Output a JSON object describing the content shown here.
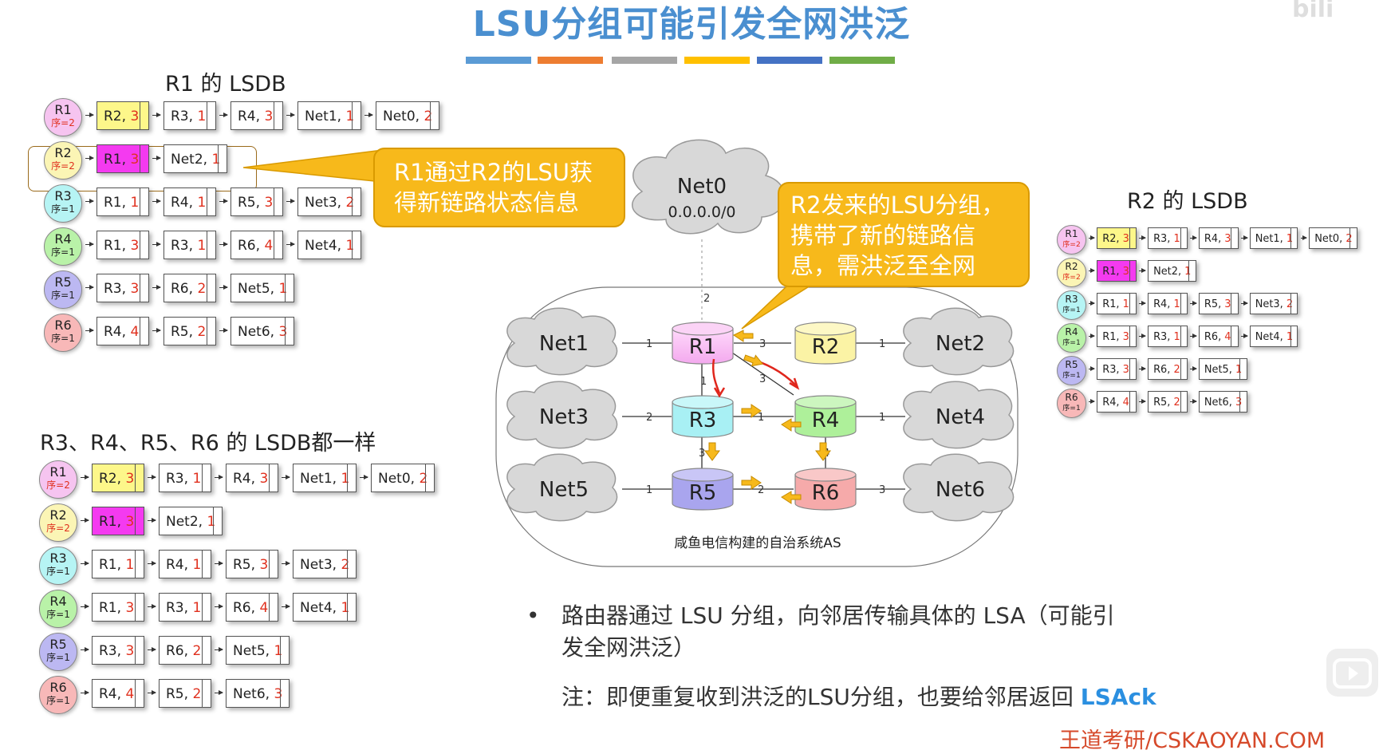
{
  "title": "LSU分组可能引发全网洪泛",
  "colors": {
    "bars": [
      "#5b9bd5",
      "#ed7d31",
      "#a5a5a5",
      "#ffc000",
      "#4472c4",
      "#70ad47"
    ],
    "accent_title": "#4a8fd0",
    "callout": "#f7b91b",
    "cost_red": "#e0301e",
    "lsack_blue": "#2b8fe0"
  },
  "r1_lsdb": {
    "title": "R1 的 LSDB",
    "rows": [
      {
        "router": "R1",
        "seq": "序=2",
        "seq_hl": true,
        "color": "#f6c4f0",
        "entries": [
          {
            "n": "R2, ",
            "c": "3",
            "style": "yellow"
          },
          {
            "n": "R3, ",
            "c": "1"
          },
          {
            "n": "R4, ",
            "c": "3"
          },
          {
            "n": "Net1, ",
            "c": "1"
          },
          {
            "n": "Net0, ",
            "c": "2"
          }
        ]
      },
      {
        "router": "R2",
        "seq": "序=2",
        "seq_hl": true,
        "color": "#fbf5b5",
        "entries": [
          {
            "n": "R1, ",
            "c": "3",
            "style": "magenta"
          },
          {
            "n": "Net2, ",
            "c": "1"
          }
        ]
      },
      {
        "router": "R3",
        "seq": "序=1",
        "seq_hl": false,
        "color": "#b6f4f4",
        "entries": [
          {
            "n": "R1, ",
            "c": "1"
          },
          {
            "n": "R4, ",
            "c": "1"
          },
          {
            "n": "R5, ",
            "c": "3"
          },
          {
            "n": "Net3, ",
            "c": "2"
          }
        ]
      },
      {
        "router": "R4",
        "seq": "序=1",
        "seq_hl": false,
        "color": "#b9f2a8",
        "entries": [
          {
            "n": "R1, ",
            "c": "3"
          },
          {
            "n": "R3, ",
            "c": "1"
          },
          {
            "n": "R6, ",
            "c": "4"
          },
          {
            "n": "Net4, ",
            "c": "1"
          }
        ]
      },
      {
        "router": "R5",
        "seq": "序=1",
        "seq_hl": false,
        "color": "#bcb8f2",
        "entries": [
          {
            "n": "R3, ",
            "c": "3"
          },
          {
            "n": "R6, ",
            "c": "2"
          },
          {
            "n": "Net5, ",
            "c": "1"
          }
        ]
      },
      {
        "router": "R6",
        "seq": "序=1",
        "seq_hl": false,
        "color": "#f8b8b8",
        "entries": [
          {
            "n": "R4, ",
            "c": "4"
          },
          {
            "n": "R5, ",
            "c": "2"
          },
          {
            "n": "Net6, ",
            "c": "3"
          }
        ]
      }
    ]
  },
  "r2_lsdb": {
    "title": "R2 的 LSDB",
    "rows": [
      {
        "router": "R1",
        "seq": "序=2",
        "seq_hl": true,
        "color": "#f6c4f0",
        "entries": [
          {
            "n": "R2, ",
            "c": "3",
            "style": "yellow"
          },
          {
            "n": "R3, ",
            "c": "1"
          },
          {
            "n": "R4, ",
            "c": "3"
          },
          {
            "n": "Net1, ",
            "c": "1"
          },
          {
            "n": "Net0, ",
            "c": "2"
          }
        ]
      },
      {
        "router": "R2",
        "seq": "序=2",
        "seq_hl": true,
        "color": "#fbf5b5",
        "entries": [
          {
            "n": "R1, ",
            "c": "3",
            "style": "magenta"
          },
          {
            "n": "Net2, ",
            "c": "1"
          }
        ]
      },
      {
        "router": "R3",
        "seq": "序=1",
        "seq_hl": false,
        "color": "#b6f4f4",
        "entries": [
          {
            "n": "R1, ",
            "c": "1"
          },
          {
            "n": "R4, ",
            "c": "1"
          },
          {
            "n": "R5, ",
            "c": "3"
          },
          {
            "n": "Net3, ",
            "c": "2"
          }
        ]
      },
      {
        "router": "R4",
        "seq": "序=1",
        "seq_hl": false,
        "color": "#b9f2a8",
        "entries": [
          {
            "n": "R1, ",
            "c": "3"
          },
          {
            "n": "R3, ",
            "c": "1"
          },
          {
            "n": "R6, ",
            "c": "4"
          },
          {
            "n": "Net4, ",
            "c": "1"
          }
        ]
      },
      {
        "router": "R5",
        "seq": "序=1",
        "seq_hl": false,
        "color": "#bcb8f2",
        "entries": [
          {
            "n": "R3, ",
            "c": "3"
          },
          {
            "n": "R6, ",
            "c": "2"
          },
          {
            "n": "Net5, ",
            "c": "1"
          }
        ]
      },
      {
        "router": "R6",
        "seq": "序=1",
        "seq_hl": false,
        "color": "#f8b8b8",
        "entries": [
          {
            "n": "R4, ",
            "c": "4"
          },
          {
            "n": "R5, ",
            "c": "2"
          },
          {
            "n": "Net6, ",
            "c": "3"
          }
        ]
      }
    ]
  },
  "others_lsdb": {
    "title": "R3、R4、R5、R6 的 LSDB都一样",
    "rows": [
      {
        "router": "R1",
        "seq": "序=2",
        "seq_hl": true,
        "color": "#f6c4f0",
        "entries": [
          {
            "n": "R2, ",
            "c": "3",
            "style": "yellow"
          },
          {
            "n": "R3, ",
            "c": "1"
          },
          {
            "n": "R4, ",
            "c": "3"
          },
          {
            "n": "Net1, ",
            "c": "1"
          },
          {
            "n": "Net0, ",
            "c": "2"
          }
        ]
      },
      {
        "router": "R2",
        "seq": "序=2",
        "seq_hl": true,
        "color": "#fbf5b5",
        "entries": [
          {
            "n": "R1, ",
            "c": "3",
            "style": "magenta"
          },
          {
            "n": "Net2, ",
            "c": "1"
          }
        ]
      },
      {
        "router": "R3",
        "seq": "序=1",
        "seq_hl": false,
        "color": "#b6f4f4",
        "entries": [
          {
            "n": "R1, ",
            "c": "1"
          },
          {
            "n": "R4, ",
            "c": "1"
          },
          {
            "n": "R5, ",
            "c": "3"
          },
          {
            "n": "Net3, ",
            "c": "2"
          }
        ]
      },
      {
        "router": "R4",
        "seq": "序=1",
        "seq_hl": false,
        "color": "#b9f2a8",
        "entries": [
          {
            "n": "R1, ",
            "c": "3"
          },
          {
            "n": "R3, ",
            "c": "1"
          },
          {
            "n": "R6, ",
            "c": "4"
          },
          {
            "n": "Net4, ",
            "c": "1"
          }
        ]
      },
      {
        "router": "R5",
        "seq": "序=1",
        "seq_hl": false,
        "color": "#bcb8f2",
        "entries": [
          {
            "n": "R3, ",
            "c": "3"
          },
          {
            "n": "R6, ",
            "c": "2"
          },
          {
            "n": "Net5, ",
            "c": "1"
          }
        ]
      },
      {
        "router": "R6",
        "seq": "序=1",
        "seq_hl": false,
        "color": "#f8b8b8",
        "entries": [
          {
            "n": "R4, ",
            "c": "4"
          },
          {
            "n": "R5, ",
            "c": "2"
          },
          {
            "n": "Net6, ",
            "c": "3"
          }
        ]
      }
    ]
  },
  "callout_left": {
    "line1": "R1通过R2的LSU获",
    "line2": "得新链路状态信息"
  },
  "callout_right": {
    "line1": "R2发来的LSU分组，",
    "line2": "携带了新的链路信",
    "line3": "息，需洪泛至全网"
  },
  "diagram": {
    "net0_label": "Net0",
    "net0_addr": "0.0.0.0/0",
    "caption": "咸鱼电信构建的自治系统AS",
    "routers": {
      "r1": "R1",
      "r2": "R2",
      "r3": "R3",
      "r4": "R4",
      "r5": "R5",
      "r6": "R6"
    },
    "nets": {
      "net1": "Net1",
      "net2": "Net2",
      "net3": "Net3",
      "net4": "Net4",
      "net5": "Net5",
      "net6": "Net6"
    },
    "costs": {
      "net0_r1": "2",
      "net1_r1": "1",
      "r1_r2": "3",
      "r2_net2": "1",
      "r1_r3": "1",
      "r1_r4": "3",
      "net3_r3": "2",
      "r3_r4": "1",
      "r4_net4": "1",
      "r3_r5": "3",
      "r4_r6": "4",
      "net5_r5": "1",
      "r5_r6": "2",
      "r6_net6": "3"
    }
  },
  "bullet": {
    "line1": "路由器通过 LSU 分组，向邻居传输具体的 LSA（可能引",
    "line2": "发全网洪泛）"
  },
  "note": {
    "prefix": "注：即便重复收到洪泛的LSU分组，也要给邻居返回 ",
    "highlight": "LSAck"
  },
  "footer": "王道考研/CSKAOYAN.COM"
}
